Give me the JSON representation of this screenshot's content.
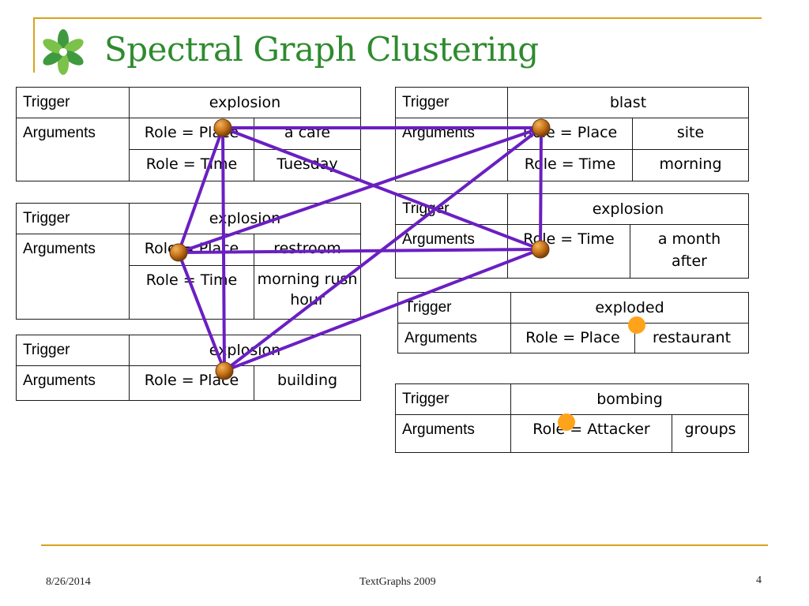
{
  "slide": {
    "title": "Spectral Graph Clustering",
    "logo_icon": "green-pinwheel-icon",
    "accent_color": "#d9a21b",
    "title_color": "#2e8b2e",
    "edge_color": "#6a1fc2",
    "node_color": "#d47a0e",
    "free_node_color": "#ffa31a"
  },
  "tables": [
    {
      "trigger_label": "Trigger",
      "trigger": "explosion",
      "arguments_label": "Arguments",
      "args": [
        {
          "role": "Role = Place",
          "value": "a cafe"
        },
        {
          "role": "Role = Time",
          "value": "Tuesday"
        }
      ]
    },
    {
      "trigger_label": "Trigger",
      "trigger": "explosion",
      "arguments_label": "Arguments",
      "args": [
        {
          "role": "Role = Place",
          "value": "restroom"
        },
        {
          "role": "Role = Time",
          "value": "morning rush hour"
        }
      ]
    },
    {
      "trigger_label": "Trigger",
      "trigger": "explosion",
      "arguments_label": "Arguments",
      "args": [
        {
          "role": "Role = Place",
          "value": "building"
        }
      ]
    },
    {
      "trigger_label": "Trigger",
      "trigger": "blast",
      "arguments_label": "Arguments",
      "args": [
        {
          "role": "Role = Place",
          "value": "site"
        },
        {
          "role": "Role = Time",
          "value": "morning"
        }
      ]
    },
    {
      "trigger_label": "Trigger",
      "trigger": "explosion",
      "arguments_label": "Arguments",
      "args": [
        {
          "role": "Role = Time",
          "value": "a month after"
        }
      ]
    },
    {
      "trigger_label": "Trigger",
      "trigger": "exploded",
      "arguments_label": "Arguments",
      "args": [
        {
          "role": "Role = Place",
          "value": "restaurant"
        }
      ]
    },
    {
      "trigger_label": "Trigger",
      "trigger": "bombing",
      "arguments_label": "Arguments",
      "args": [
        {
          "role": "Role = Attacker",
          "value": "groups"
        }
      ]
    }
  ],
  "graph": {
    "nodes": [
      "cafe-place",
      "restroom-place",
      "building-place",
      "site-place",
      "month-after-time"
    ],
    "free_nodes": [
      "restaurant-place",
      "attacker-groups"
    ],
    "edges": [
      [
        "cafe-place",
        "site-place"
      ],
      [
        "cafe-place",
        "restroom-place"
      ],
      [
        "cafe-place",
        "building-place"
      ],
      [
        "cafe-place",
        "month-after-time"
      ],
      [
        "restroom-place",
        "site-place"
      ],
      [
        "restroom-place",
        "month-after-time"
      ],
      [
        "building-place",
        "site-place"
      ],
      [
        "building-place",
        "month-after-time"
      ],
      [
        "site-place",
        "month-after-time"
      ],
      [
        "restroom-place",
        "building-place"
      ]
    ]
  },
  "footer": {
    "date": "8/26/2014",
    "center": "TextGraphs 2009",
    "page": "4"
  }
}
